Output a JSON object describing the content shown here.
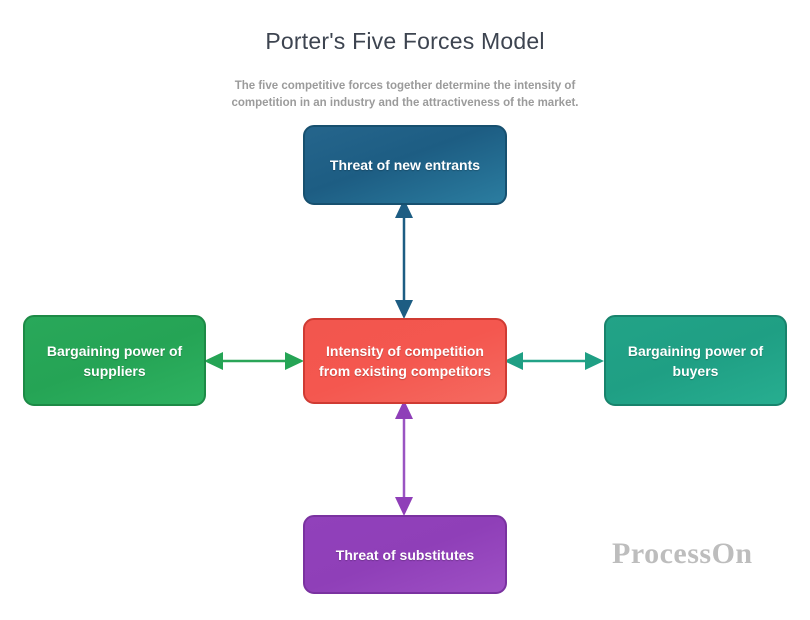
{
  "header": {
    "title": "Porter's Five Forces Model",
    "subtitle": "The five competitive forces together determine the intensity of competition in an industry and the attractiveness of the market."
  },
  "diagram": {
    "type": "porters-five-forces",
    "nodes": {
      "top": {
        "label": "Threat of new entrants",
        "color": "#1d5d83",
        "border": "#17506f"
      },
      "center": {
        "label": "Intensity of competition from existing competitors",
        "color": "#f4574f",
        "border": "#cf3b33"
      },
      "left": {
        "label": "Bargaining power of suppliers",
        "color": "#25a455",
        "border": "#1d8a46"
      },
      "right": {
        "label": "Bargaining power of buyers",
        "color": "#1f9f84",
        "border": "#18836c"
      },
      "bottom": {
        "label": "Threat of substitutes",
        "color": "#8f3fb8",
        "border": "#7a32a0"
      }
    },
    "connectors": [
      {
        "from": "top",
        "to": "center",
        "orientation": "vertical",
        "arrows": "double",
        "color": "#1d5d83"
      },
      {
        "from": "center",
        "to": "bottom",
        "orientation": "vertical",
        "arrows": "double",
        "color": "#8f3fb8"
      },
      {
        "from": "left",
        "to": "center",
        "orientation": "horizontal",
        "arrows": "double",
        "color": "#25a455"
      },
      {
        "from": "center",
        "to": "right",
        "orientation": "horizontal",
        "arrows": "double",
        "color": "#1f9f84"
      }
    ]
  },
  "watermark": {
    "text": "ProcessOn",
    "color": "#bdbdbd"
  }
}
